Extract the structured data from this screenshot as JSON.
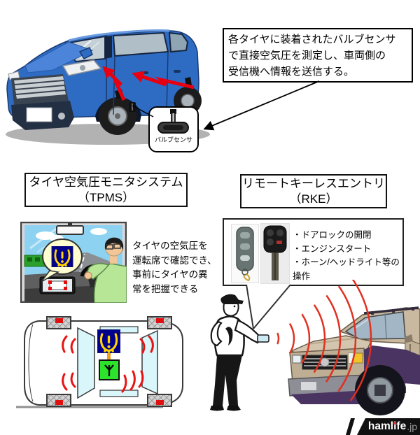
{
  "top_callout": {
    "lines": [
      "各タイヤに装着されたバルブセンサ",
      "で直接空気圧を測定し、車両側の",
      "受信機へ情報を送信する。"
    ]
  },
  "valve_sensor": {
    "label": "バルブセンサ"
  },
  "tpms": {
    "title_line1": "タイヤ空気圧モニタシステム",
    "title_line2": "（TPMS）",
    "description_lines": [
      "タイヤの空気圧を",
      "運転席で確認でき、",
      "事前にタイヤの異",
      "常を把握できる"
    ]
  },
  "rke": {
    "title_line1": "リモートキーレスエントリ",
    "title_line2": "（RKE）",
    "feature_lines": [
      "・ドアロックの開閉",
      "・エンジンスタート",
      "・ホーン/ヘッドライト等の操作"
    ]
  },
  "logo": {
    "part1": "haml",
    "part2": "i",
    "part3": "fe",
    "suffix": ".jp"
  },
  "colors": {
    "accent_red": "#e60012",
    "van_blue": "#2e6cc4",
    "tpms_navy": "#00008c",
    "tpms_yellow": "#ffd400",
    "receiver_green": "#2ce22c",
    "window_cyan": "#d9f6fa",
    "truck_tan": "#c8b9a0",
    "truck_purple": "#4a3462",
    "logo_bg": "#111111"
  }
}
